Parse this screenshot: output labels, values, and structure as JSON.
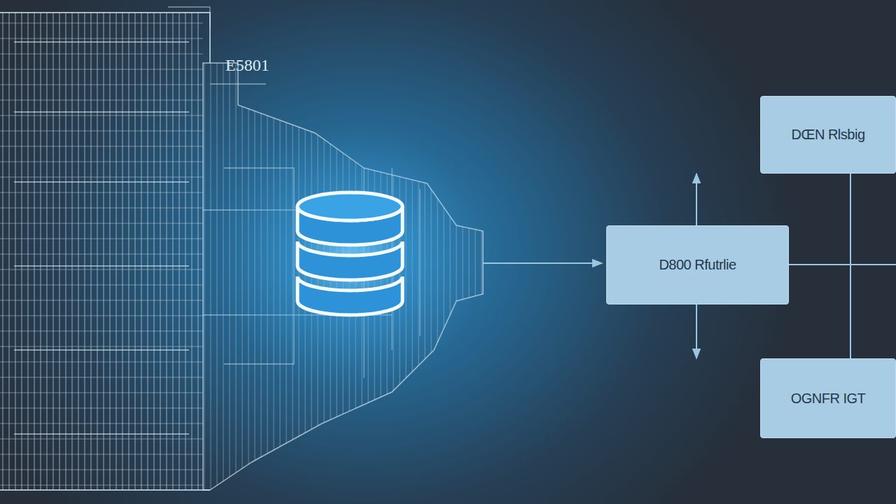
{
  "diagram": {
    "nodes": [
      {
        "text": [
          "DŒN Rlsbig"
        ]
      },
      {
        "text": [
          "D800 Rfutrlie"
        ]
      },
      {
        "text": [
          "OGNFR IGT"
        ]
      }
    ],
    "edges": [
      {
        "from": 1,
        "to": 0,
        "arrow": "to"
      },
      {
        "from": 1,
        "to": 2,
        "arrow": "to"
      },
      {
        "from": 0,
        "to": 2,
        "arrow": "none"
      }
    ],
    "labels": [
      "E5801"
    ]
  }
}
